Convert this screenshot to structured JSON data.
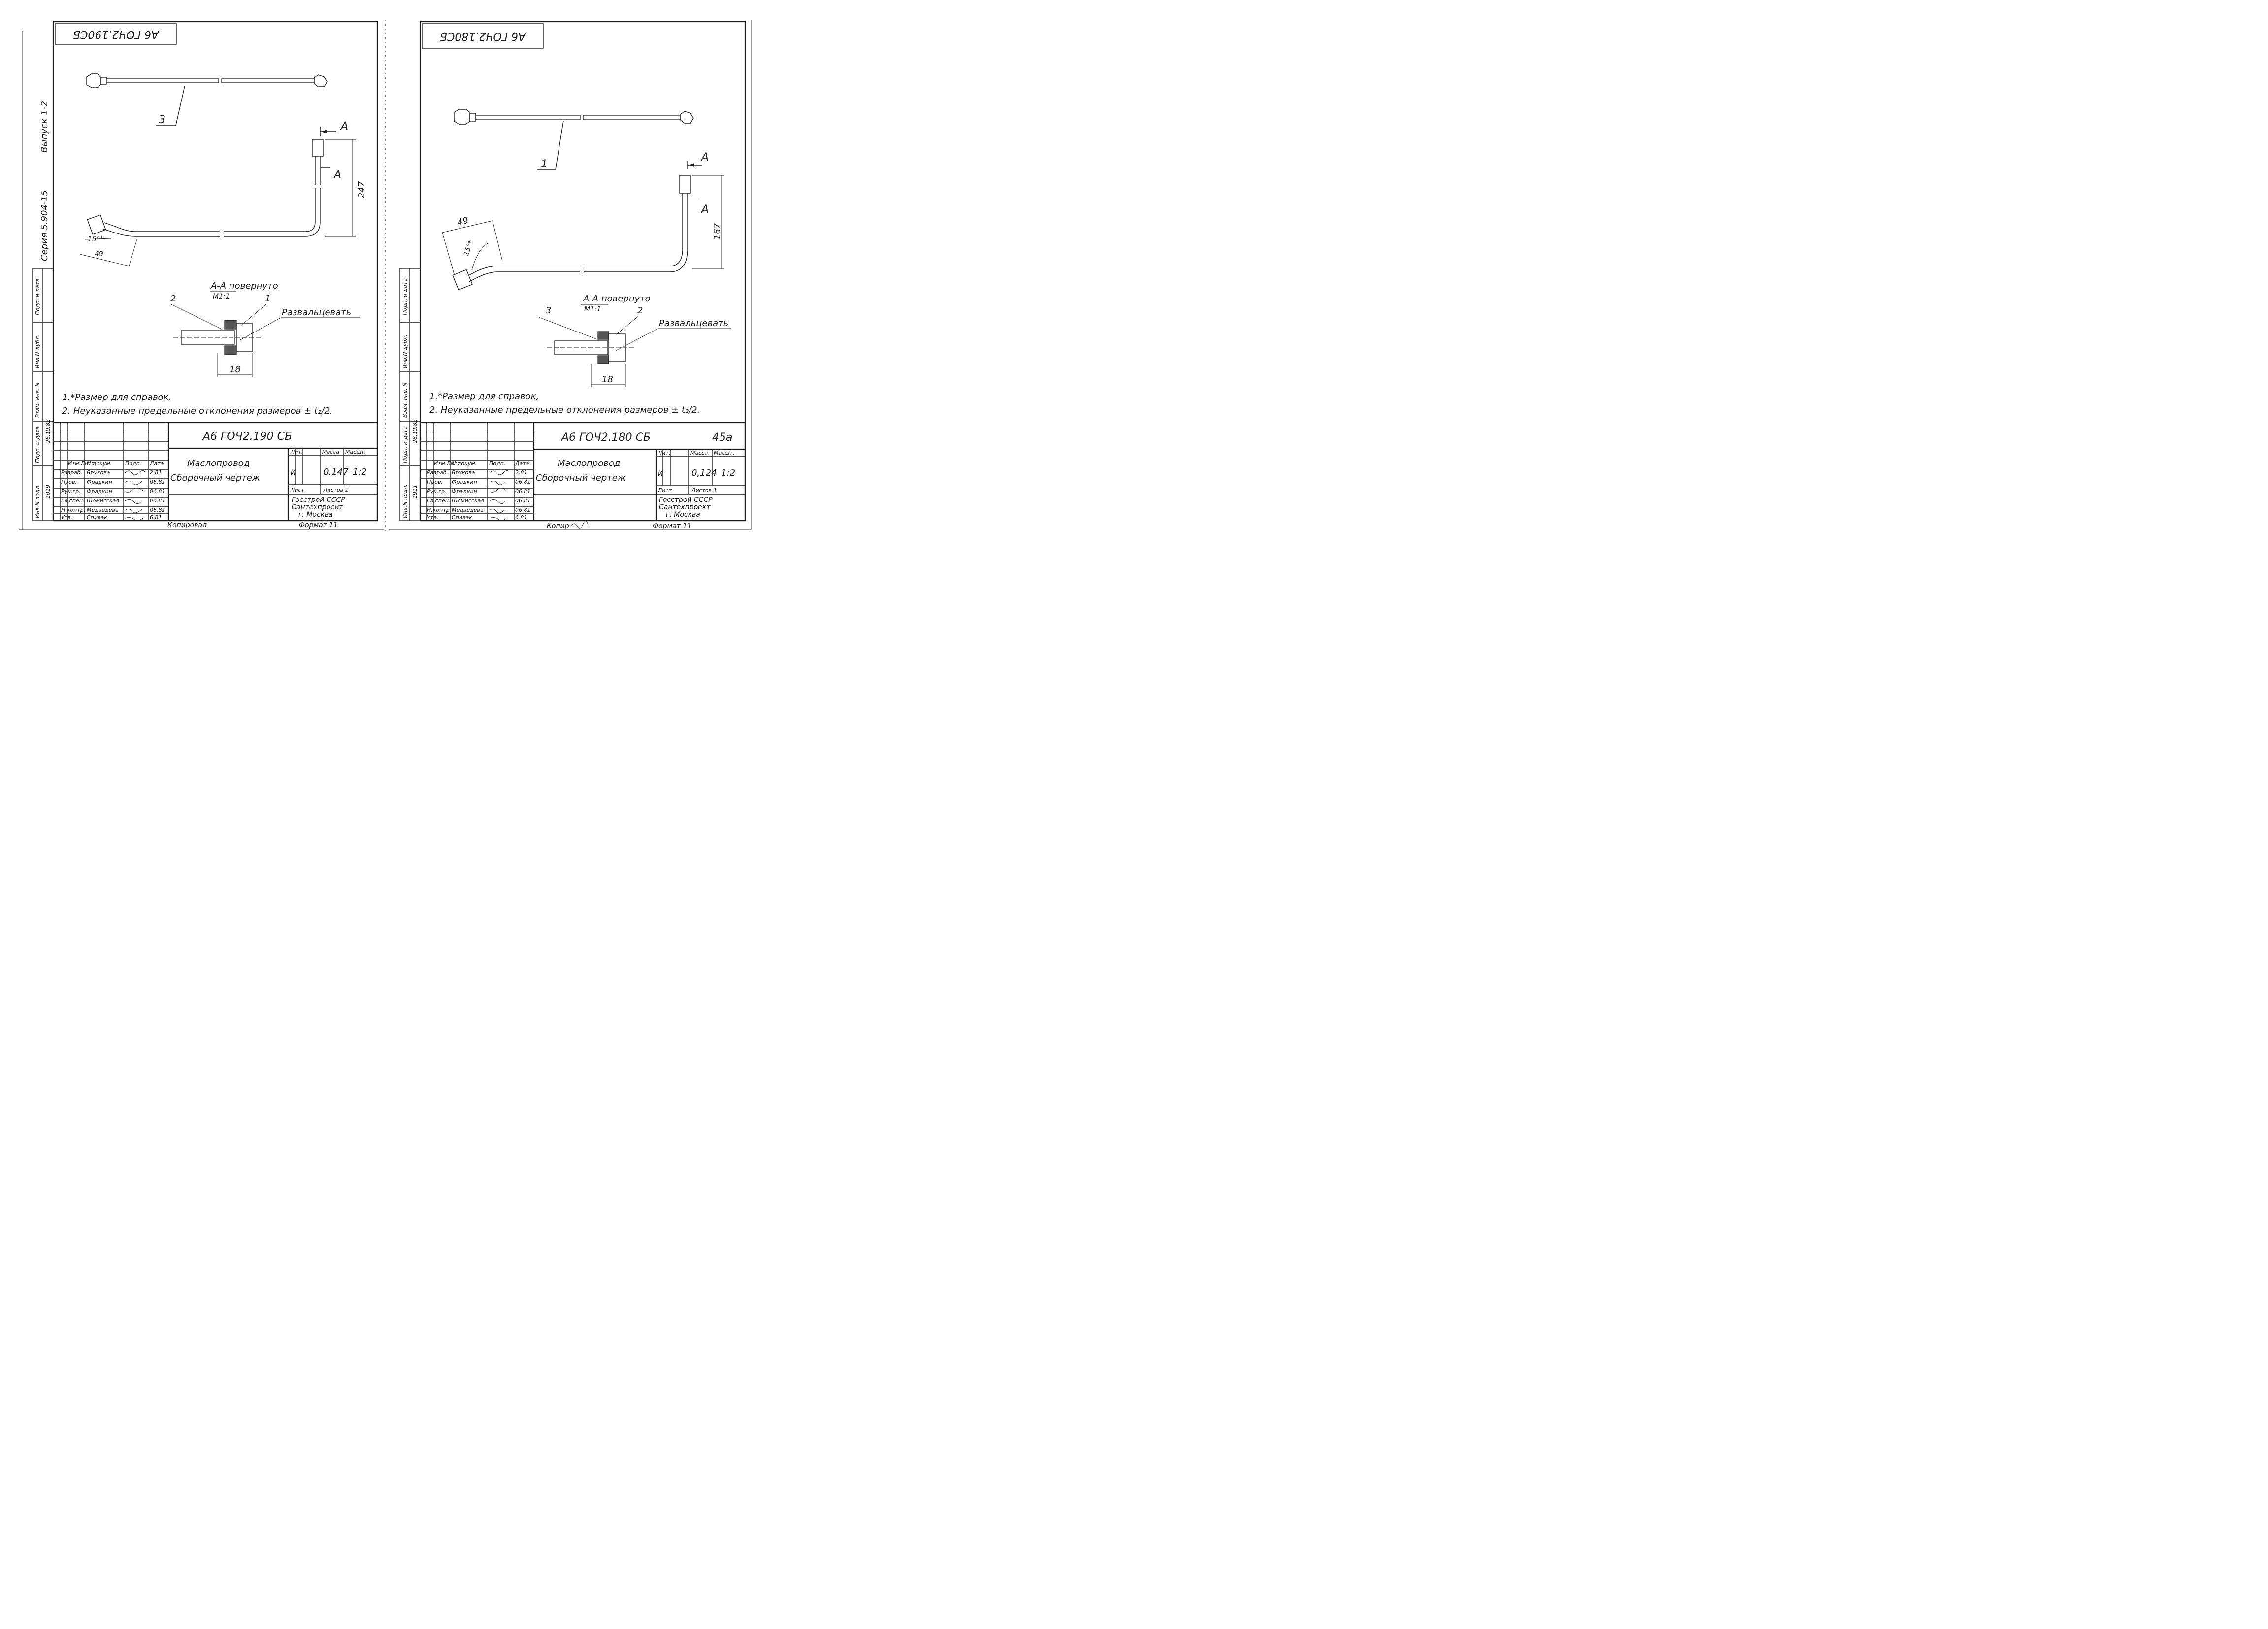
{
  "left": {
    "stamp": "А6 ГОЧ2.190СБ",
    "side_series": "Серия 5.904-15",
    "side_issue": "Выпуск 1-2",
    "part_top": "3",
    "section_mark": "А",
    "dim_vertical": "247",
    "dim_angle": "15°*",
    "dim_length": "49",
    "section_title": "А-А повернуто",
    "section_scale": "М1:1",
    "callout_a": "2",
    "callout_b": "1",
    "flare_note": "Развальцевать",
    "dim_section": "18",
    "note1": "1.*Размер  для справок,",
    "note2": "2. Неуказанные предельные  отклонения  размеров ± t₂/2.",
    "doc_code": "А6 ГОЧ2.190 СБ",
    "title1": "Маслопровод",
    "title2": "Сборочный чертеж",
    "lit_head": "Лит.",
    "mass_head": "Масса",
    "scale_head": "Масшт.",
    "lit_val": "И",
    "mass_val": "0,147",
    "scale_val": "1:2",
    "sheet": "Лист",
    "sheets": "Листов 1",
    "org1": "Госстрой СССР",
    "org2": "Сантехпроект",
    "org3": "г. Москва",
    "hdr_izm": "Изм.Лист",
    "hdr_doc": "N докум.",
    "hdr_sign": "Подп.",
    "hdr_date": "Дата",
    "r1_role": "Разраб.",
    "r1_name": "Брукова",
    "r1_date": "2.81",
    "r2_role": "Пров.",
    "r2_name": "Фрадкин",
    "r2_date": "06.81",
    "r3_role": "Рук.гр.",
    "r3_name": "Фрадкин",
    "r3_date": "06.81",
    "r4_role": "Гл.спец.",
    "r4_name": "Шомисская",
    "r4_date": "06.81",
    "r5_role": "Н.контр.",
    "r5_name": "Медведева",
    "r5_date": "06.81",
    "r6_role": "Утв.",
    "r6_name": "Спивак",
    "r6_date": "6.81",
    "side_cells": [
      "Подп. и дата",
      "Инв.N дубл.",
      "Взам. инв. N",
      "Подп. и дата",
      "Инв.N подл."
    ],
    "side_date": "26.10.82",
    "side_inv": "1019",
    "copied": "Копировал",
    "format": "Формат 11"
  },
  "right": {
    "stamp": "А6 ГОЧ2.180СБ",
    "part_top": "1",
    "section_mark": "А",
    "dim_vertical": "167",
    "dim_angle": "15°*",
    "dim_length": "49",
    "section_title": "А-А повернуто",
    "section_scale": "М1:1",
    "callout_a": "3",
    "callout_b": "2",
    "flare_note": "Развальцевать",
    "dim_section": "18",
    "note1": "1.*Размер  для справок,",
    "note2": "2. Неуказанные предельные  отклонения  размеров ± t₂/2.",
    "doc_code": "А6 ГОЧ2.180 СБ",
    "page_no": "45а",
    "title1": "Маслопровод",
    "title2": "Сборочный чертеж",
    "lit_head": "Лит.",
    "mass_head": "Масса",
    "scale_head": "Масшт.",
    "lit_val": "И",
    "mass_val": "0,124",
    "scale_val": "1:2",
    "sheet": "Лист",
    "sheets": "Листов 1",
    "org1": "Госстрой СССР",
    "org2": "Сантехпроект",
    "org3": "г. Москва",
    "hdr_izm": "Изм.Лист",
    "hdr_doc": "N докум.",
    "hdr_sign": "Подп.",
    "hdr_date": "Дата",
    "r1_role": "Разраб.",
    "r1_name": "Брукова",
    "r1_date": "2.81",
    "r2_role": "Пров.",
    "r2_name": "Фрадкин",
    "r2_date": "06.81",
    "r3_role": "Рук.гр.",
    "r3_name": "Фрадкин",
    "r3_date": "06.81",
    "r4_role": "Гл.спец.",
    "r4_name": "Шомисская",
    "r4_date": "06.81",
    "r5_role": "Н.контр.",
    "r5_name": "Медведева",
    "r5_date": "06.81",
    "r6_role": "Утв.",
    "r6_name": "Спивак",
    "r6_date": "6.81",
    "side_cells": [
      "Подп. и дата",
      "Инв.N дубл.",
      "Взам. инв. N",
      "Подп. и дата",
      "Инв.N подл."
    ],
    "side_date": "28.10.82",
    "side_inv": "1911",
    "copied": "Копир.",
    "format": "Формат 11"
  }
}
